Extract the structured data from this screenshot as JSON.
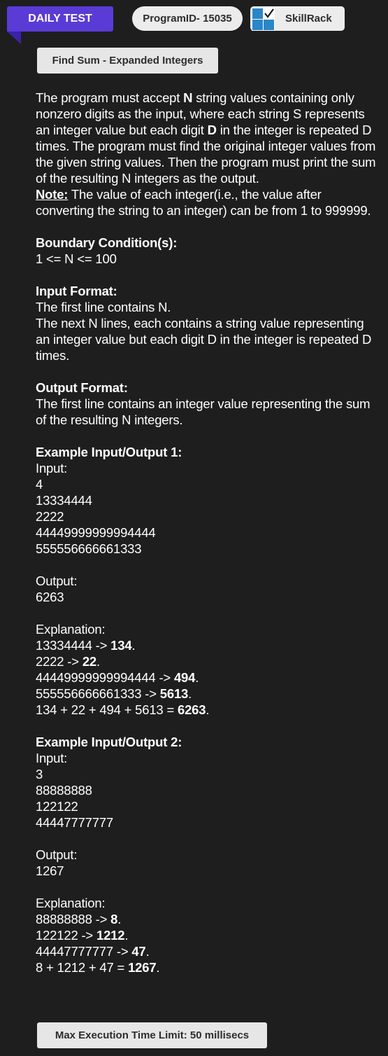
{
  "header": {
    "daily_test": "DAILY TEST",
    "program_id": "ProgramID- 15035",
    "brand": "SkillRack"
  },
  "title": "Find Sum - Expanded Integers",
  "description": {
    "p1_a": "The program must accept ",
    "p1_n": "N",
    "p1_b": " string values containing only nonzero digits as the input, where each string S represents an integer value but each digit ",
    "p1_d": "D",
    "p1_c": " in the integer is repeated D times. The program must find the original integer values from the given string values. Then the program must print the sum of the resulting N integers as the output.",
    "note_label": "Note:",
    "note_text": " The value of each integer(i.e., the value after converting the string to an integer) can be from 1 to 999999."
  },
  "boundary": {
    "heading": "Boundary Condition(s):",
    "line": "1 <= N <= 100"
  },
  "input_format": {
    "heading": "Input Format:",
    "line1": "The first line contains N.",
    "line2": "The next N lines, each contains a string value representing an integer value but each digit D in the integer is repeated D times."
  },
  "output_format": {
    "heading": "Output Format:",
    "line1": "The first line contains an integer value representing the sum of the resulting N integers."
  },
  "example1": {
    "heading": "Example Input/Output 1:",
    "input_label": "Input:",
    "input_lines": [
      "4",
      "13334444",
      "2222",
      "44449999999994444",
      "555556666661333"
    ],
    "output_label": "Output:",
    "output_value": "6263",
    "explanation_label": "Explanation:",
    "explanation": [
      {
        "pre": "13334444 -> ",
        "bold": "134",
        "post": "."
      },
      {
        "pre": "2222 -> ",
        "bold": "22",
        "post": "."
      },
      {
        "pre": "44449999999994444 -> ",
        "bold": "494",
        "post": "."
      },
      {
        "pre": "555556666661333 -> ",
        "bold": "5613",
        "post": "."
      },
      {
        "pre": "134 + 22 + 494 + 5613 = ",
        "bold": "6263",
        "post": "."
      }
    ]
  },
  "example2": {
    "heading": "Example Input/Output 2:",
    "input_label": "Input:",
    "input_lines": [
      "3",
      "88888888",
      "122122",
      "44447777777"
    ],
    "output_label": "Output:",
    "output_value": "1267",
    "explanation_label": "Explanation:",
    "explanation": [
      {
        "pre": "88888888 -> ",
        "bold": "8",
        "post": "."
      },
      {
        "pre": "122122 -> ",
        "bold": "1212",
        "post": "."
      },
      {
        "pre": "44447777777 -> ",
        "bold": "47",
        "post": "."
      },
      {
        "pre": "8 + 1212 + 47 = ",
        "bold": "1267",
        "post": "."
      }
    ]
  },
  "footer": {
    "time_limit": "Max Execution Time Limit: 50 millisecs"
  }
}
